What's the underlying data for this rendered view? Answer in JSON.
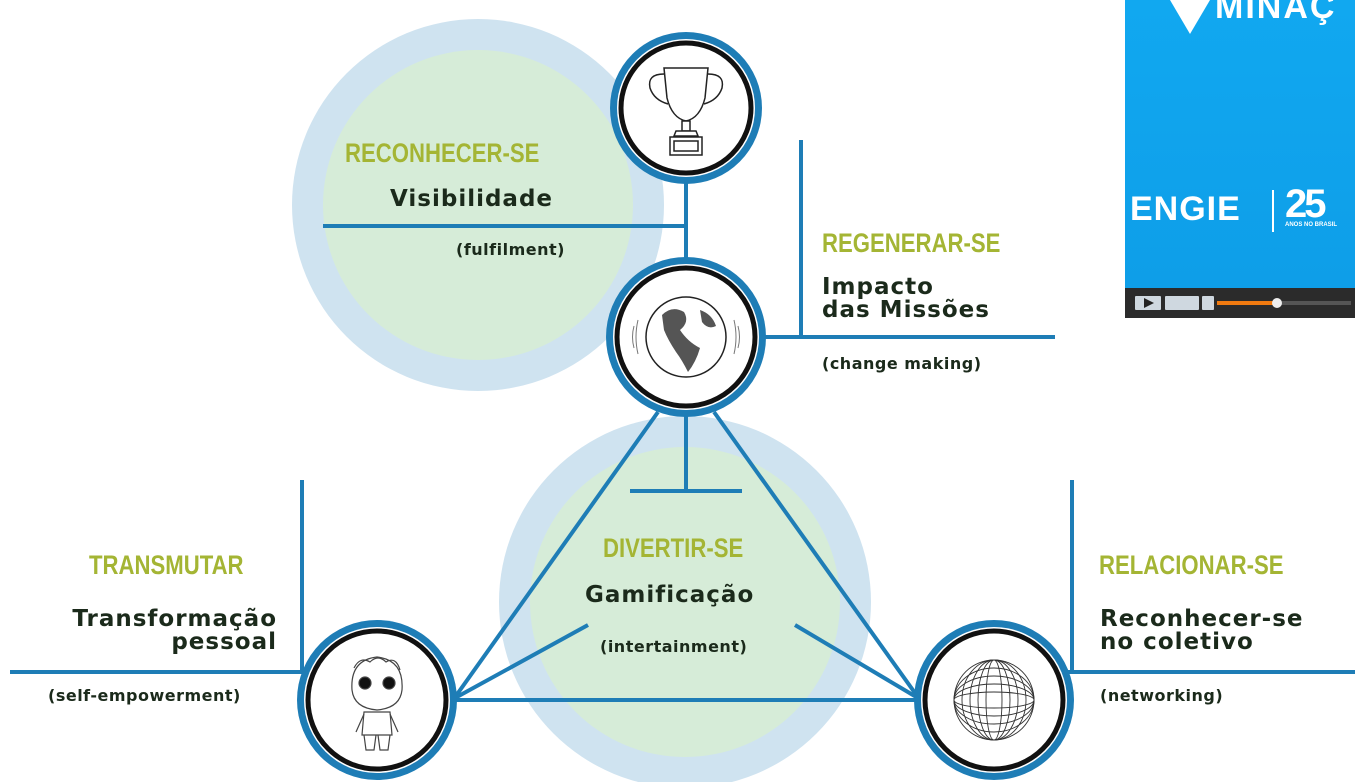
{
  "sections": [
    {
      "title": "RECONHECER-SE",
      "subtitle": "Visibilidade",
      "note": "(fulfilment)"
    },
    {
      "title": "REGENERAR-SE",
      "subtitle_lines": [
        "Impacto",
        "das Missões"
      ],
      "note": "(change making)"
    },
    {
      "title": "DIVERTIR-SE",
      "subtitle": "Gamificação",
      "note": "(intertainment)"
    },
    {
      "title": "TRANSMUTAR",
      "subtitle_lines": [
        "Transformação",
        "pessoal"
      ],
      "note": "(self-empowerment)"
    },
    {
      "title": "RELACIONAR-SE",
      "subtitle_lines": [
        "Reconhecer-se",
        "no coletivo"
      ],
      "note": "(networking)"
    }
  ],
  "icons": [
    "trophy-icon",
    "globe-icon",
    "figure-icon",
    "mesh-sphere-icon"
  ],
  "video": {
    "title_fragment": "MINAÇ",
    "brand": "ENGIE",
    "anniversary": "25",
    "anniversary_sub": "ANOS NO BRASIL",
    "progress": 0.45
  },
  "colors": {
    "line": "#1e7db6",
    "accent": "#a4b534",
    "halo_blue": "#cfe3f0",
    "halo_green": "#d6ecd8",
    "video_bg": "#12a9ef"
  }
}
